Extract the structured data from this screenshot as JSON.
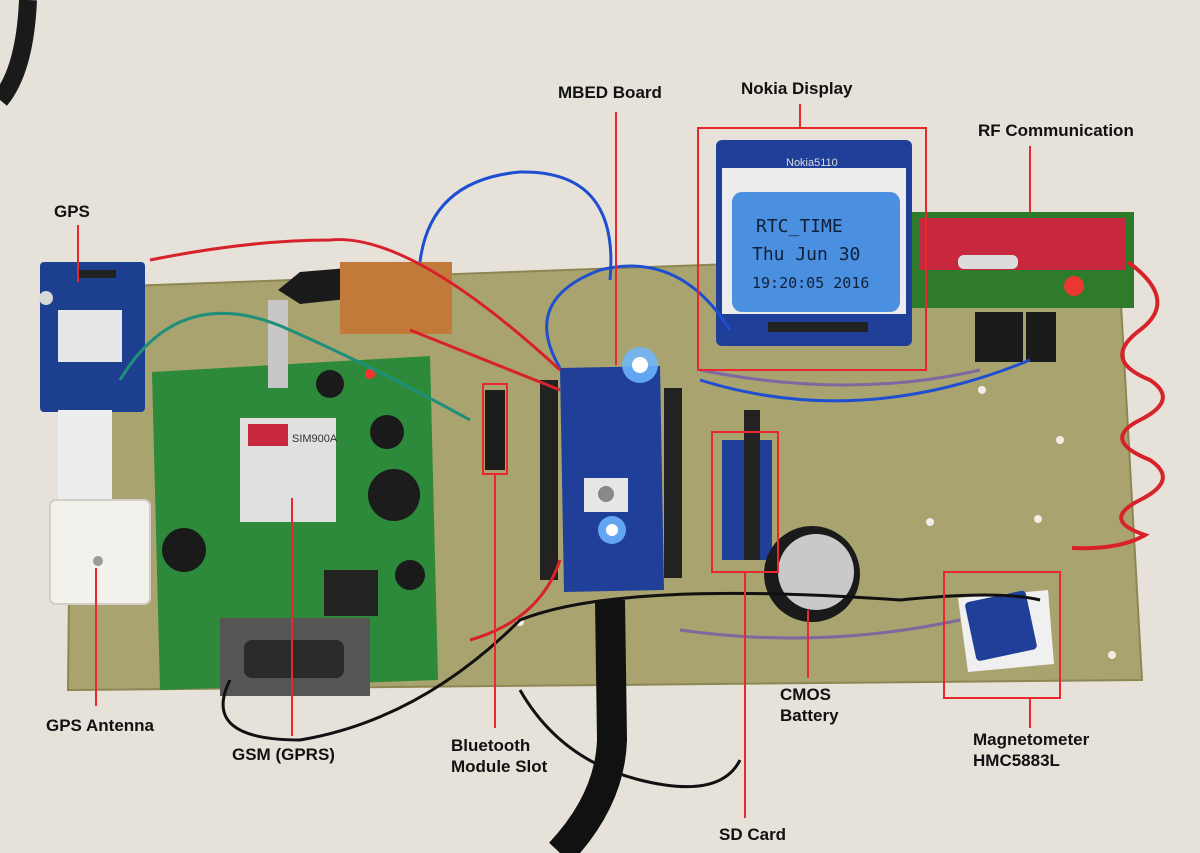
{
  "labels": {
    "gps": "GPS",
    "mbed_board": "MBED Board",
    "nokia_display": "Nokia Display",
    "rf_communication": "RF Communication",
    "gps_antenna": "GPS Antenna",
    "gsm": "GSM (GPRS)",
    "bluetooth_line1": "Bluetooth",
    "bluetooth_line2": "Module Slot",
    "cmos_line1": "CMOS",
    "cmos_line2": "Battery",
    "magnetometer_line1": "Magnetometer",
    "magnetometer_line2": "HMC5883L",
    "sd_card": "SD Card"
  },
  "lcd": {
    "line1": "RTC_TIME",
    "line2": "Thu Jun 30",
    "line3": "19:20:05 2016",
    "header": "Nokia5110"
  },
  "gsm_chip": {
    "chip": "SIM900A"
  },
  "colors": {
    "board": "#a9a36f",
    "annotation": "#e8282d",
    "lcd_screen": "#4a8fe0",
    "gsm_pcb": "#2c8a3a",
    "rf_pcb": "#c8283e"
  }
}
